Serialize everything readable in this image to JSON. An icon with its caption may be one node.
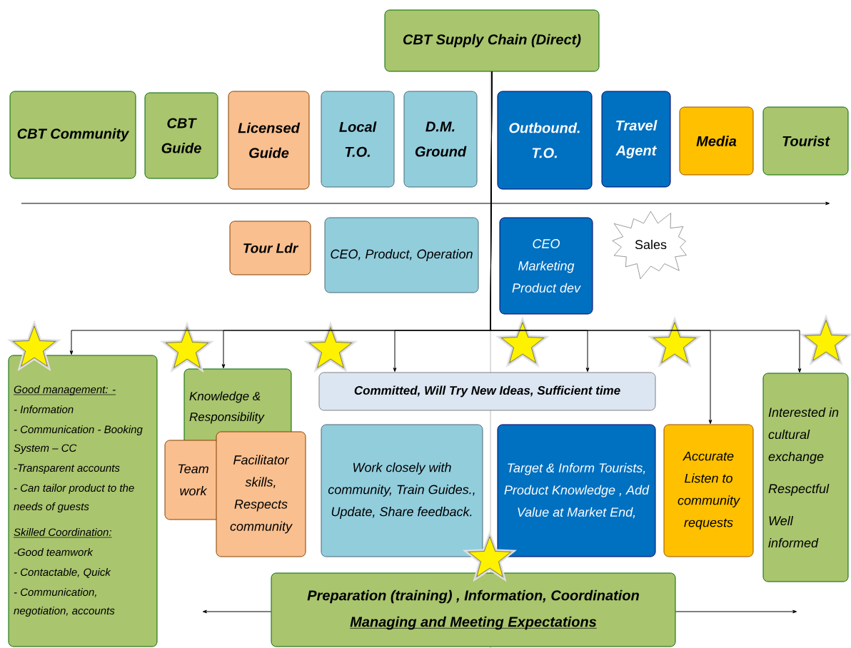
{
  "diagram": {
    "nodes": [
      {
        "text": [
          "CBT Supply Chain  (Direct)"
        ]
      },
      {
        "text": [
          "CBT Community"
        ]
      },
      {
        "text": [
          "CBT Guide"
        ]
      },
      {
        "text": [
          "Licensed Guide"
        ]
      },
      {
        "text": [
          "Local T.O."
        ]
      },
      {
        "text": [
          "D.M. Ground"
        ]
      },
      {
        "text": [
          "Outbound. T.O."
        ]
      },
      {
        "text": [
          "Travel Agent"
        ]
      },
      {
        "text": [
          "Media"
        ]
      },
      {
        "text": [
          "Tourist"
        ]
      },
      {
        "text": [
          "Tour Ldr"
        ]
      },
      {
        "text": [
          "CEO, Product, Operation"
        ]
      },
      {
        "text": [
          "CEO Marketing Product dev"
        ]
      },
      {
        "text": [
          "Sales"
        ]
      },
      {
        "text": [
          "Good management:  -",
          "- Information",
          "- Communication - Booking System – CC",
          "-Transparent accounts",
          "- Can tailor product to the needs of guests",
          "Skilled Coordination:",
          "-Good teamwork",
          "- Contactable, Quick",
          "- Communication, negotiation, accounts"
        ]
      },
      {
        "text": [
          "Knowledge & Responsibility"
        ]
      },
      {
        "text": [
          "Team work"
        ]
      },
      {
        "text": [
          "Facilitator skills, Respects community"
        ]
      },
      {
        "text": [
          "Committed, Will Try New Ideas, Sufficient time"
        ]
      },
      {
        "text": [
          "Work closely with community, Train Guides., Update, Share feedback."
        ]
      },
      {
        "text": [
          "Target & Inform Tourists, Product Knowledge , Add Value at Market End,"
        ]
      },
      {
        "text": [
          "Accurate Listen to community requests"
        ]
      },
      {
        "text": [
          "Interested in cultural exchange",
          "Respectful",
          "Well informed"
        ]
      },
      {
        "text": [
          "Preparation (training) , Information, Coordination",
          "Managing and Meeting Expectations"
        ]
      },
      {
        "text": [],
        "shape": "star"
      },
      {
        "text": [],
        "shape": "star"
      },
      {
        "text": [],
        "shape": "star"
      },
      {
        "text": [],
        "shape": "star"
      },
      {
        "text": [],
        "shape": "star"
      },
      {
        "text": [],
        "shape": "star"
      },
      {
        "text": [],
        "shape": "star"
      }
    ],
    "edges": [
      {
        "from": 0,
        "to": 14,
        "arrow": "to"
      },
      {
        "from": 0,
        "to": 15,
        "arrow": "to"
      },
      {
        "from": 0,
        "to": 18,
        "arrow": "to"
      },
      {
        "from": 0,
        "to": 18,
        "arrow": "to"
      },
      {
        "from": 0,
        "to": 21,
        "arrow": "to"
      },
      {
        "from": 0,
        "to": 22,
        "arrow": "to"
      },
      {
        "from": 23,
        "to": null,
        "arrow": "to"
      },
      {
        "from": 23,
        "to": null,
        "arrow": "to"
      }
    ]
  }
}
